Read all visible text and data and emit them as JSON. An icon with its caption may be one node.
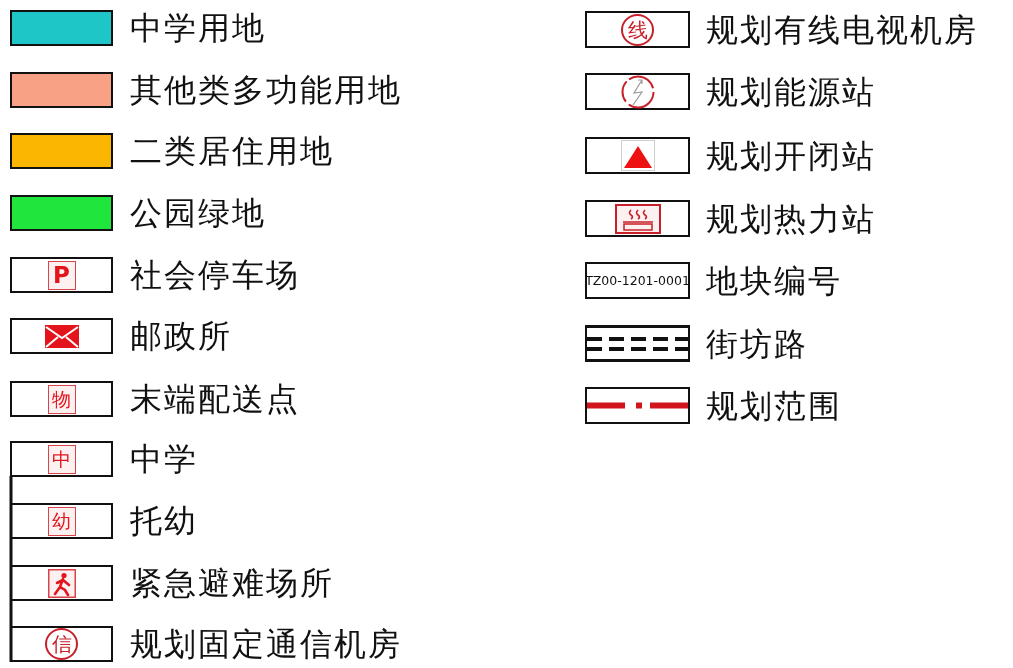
{
  "diagram": {
    "legend": [
      {
        "text": "中学用地",
        "color": "#1ec6c8"
      },
      {
        "text": "其他类多功能用地",
        "color": "#f8a184"
      },
      {
        "text": "二类居住用地",
        "color": "#fbb602"
      },
      {
        "text": "公园绿地",
        "color": "#1fe53c"
      },
      {
        "text": "社会停车场"
      },
      {
        "text": "邮政所"
      },
      {
        "text": "末端配送点"
      },
      {
        "text": "中学"
      },
      {
        "text": "托幼"
      },
      {
        "text": "紧急避难场所"
      },
      {
        "text": "规划固定通信机房"
      },
      {
        "text": "规划有线电视机房"
      },
      {
        "text": "规划能源站"
      },
      {
        "text": "规划开闭站"
      },
      {
        "text": "规划热力站"
      },
      {
        "text": "地块编号"
      },
      {
        "text": "街坊路"
      },
      {
        "text": "规划范围"
      }
    ],
    "labels": [
      "P",
      "物",
      "中",
      "幼",
      "信",
      "线",
      "TZ00-1201-0001"
    ]
  }
}
